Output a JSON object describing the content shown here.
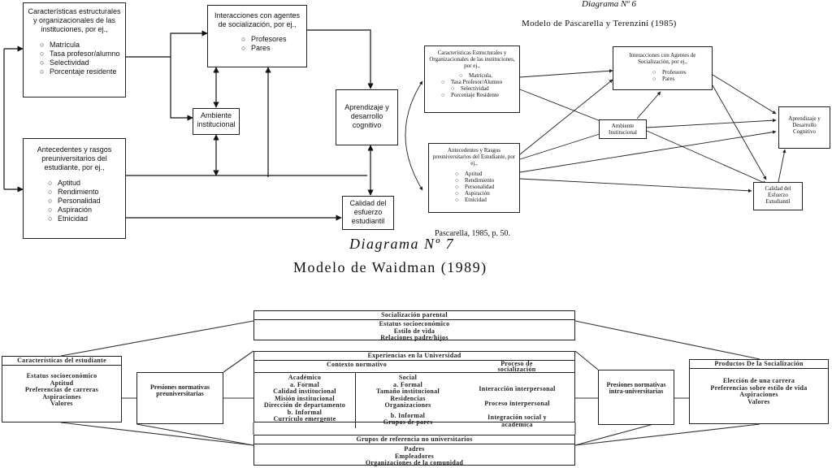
{
  "left": {
    "box1": {
      "title": "Características estructurales y organizacionales de las instituciones, por ej.,",
      "items": [
        "Matrícula",
        "Tasa profesor/alumno",
        "Selectividad",
        "Porcentaje residente"
      ]
    },
    "box2": {
      "title": "Interacciones con agentes de socialización, por ej.,",
      "items": [
        "Profesores",
        "Pares"
      ]
    },
    "box3": {
      "title": "Antecedentes y rasgos preuniversitarios del estudiante, por ej.,",
      "items": [
        "Aptitud",
        "Rendimiento",
        "Personalidad",
        "Aspiración",
        "Etnicidad"
      ]
    },
    "ambiente": "Ambiente institucional",
    "aprendizaje": "Aprendizaje y desarrollo cognitivo",
    "calidad": "Calidad del esfuerzo estudiantil"
  },
  "diagram6": {
    "label": "Diagrama Nº 6",
    "title": "Modelo de Pascarella y Terenzini (1985)",
    "box1": {
      "title": "Características Estructurales y Organizacionales de las instituciones, por ej.,",
      "items": [
        "Matrícula,",
        "Tasa Profesor/Alumno",
        "Selectividad",
        "Porcentaje Residente"
      ]
    },
    "box2": {
      "title": "Interacciones con Agentes de Socialización, por ej.,",
      "items": [
        "Profesores",
        "Pares"
      ]
    },
    "box3": {
      "title": "Antecedentes y Rasgos preuniversitarios del Estudiante, por ej.,",
      "items": [
        "Aptitud",
        "Rendimiento",
        "Personalidad",
        "Aspiración",
        "Etnicidad"
      ]
    },
    "ambiente": "Ambiente Institucional",
    "aprendizaje": "Aprendizaje y Desarrollo Cognitivo",
    "calidad": "Calidad del Esfuerzo Estudiantil",
    "source": "Pascarella, 1985, p. 50."
  },
  "diagram7": {
    "label": "Diagrama Nº 7",
    "title": "Modelo de Waidman (1989)",
    "socializacion": {
      "header": "Socialización parental",
      "lines": [
        "Estatus socioeconómico",
        "Estilo de vida",
        "Relaciones padre/hijos"
      ]
    },
    "caracteristicas": {
      "header": "Características del estudiante",
      "lines": [
        "Estatus socioeconómico",
        "Aptitud",
        "Preferencias de carreras",
        "Aspiraciones",
        "Valores"
      ]
    },
    "presiones_pre": "Presiones normativas preuniversitarias",
    "experiencias": {
      "header": "Experiencias en la Universidad",
      "col1_header": "Contexto normativo",
      "col2_header": "Proceso de socialización",
      "academico": [
        "Académico",
        "a. Formal",
        "Calidad institucional",
        "Misión institucional",
        "Dirección de departamento",
        "b. Informal",
        "Currículo emergente"
      ],
      "social": [
        "Social",
        "a. Formal",
        "Tamaño institucional",
        "Residencias",
        "Organizaciones",
        "b. Informal",
        "Grupos de pares"
      ],
      "proceso": [
        "Interacción interpersonal",
        "Proceso interpersonal",
        "Integración social y académica"
      ]
    },
    "presiones_intra": "Presiones normativas intra-universitarias",
    "productos": {
      "header": "Productos De la Socialización",
      "lines": [
        "Elección de una carrera",
        "Preferencias sobre estilo de vida",
        "Aspiraciones",
        "Valores"
      ]
    },
    "grupos": {
      "header": "Grupos de referencia no universitarios",
      "lines": [
        "Padres",
        "Empleadores",
        "Organizaciones de la comunidad"
      ]
    }
  }
}
